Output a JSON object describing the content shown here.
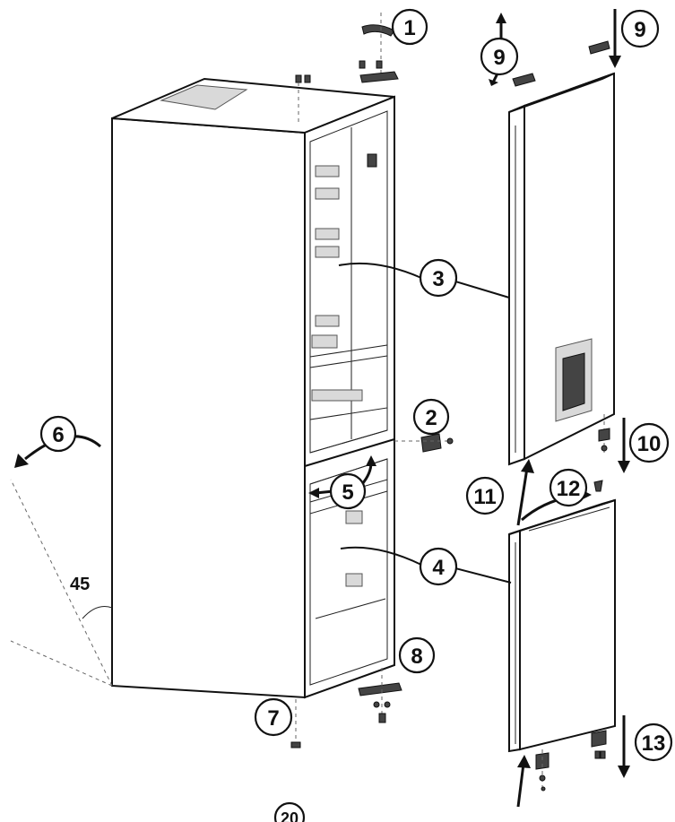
{
  "callouts": [
    {
      "id": "1",
      "label": "1"
    },
    {
      "id": "2",
      "label": "2"
    },
    {
      "id": "3",
      "label": "3"
    },
    {
      "id": "4",
      "label": "4"
    },
    {
      "id": "5",
      "label": "5"
    },
    {
      "id": "6",
      "label": "6"
    },
    {
      "id": "7",
      "label": "7"
    },
    {
      "id": "8",
      "label": "8"
    },
    {
      "id": "9a",
      "label": "9"
    },
    {
      "id": "9b",
      "label": "9"
    },
    {
      "id": "10",
      "label": "10"
    },
    {
      "id": "11",
      "label": "11"
    },
    {
      "id": "12",
      "label": "12"
    },
    {
      "id": "13",
      "label": "13"
    }
  ],
  "angle_label": "45",
  "page_number": "20"
}
